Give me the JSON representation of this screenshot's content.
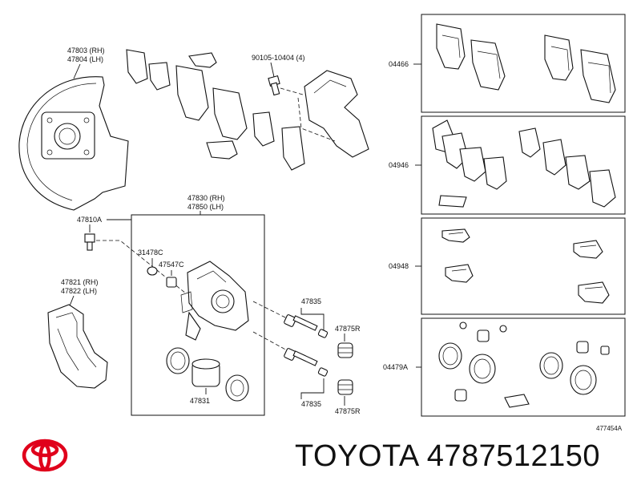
{
  "labels": {
    "backing_plate_rh": "47803 (RH)",
    "backing_plate_lh": "47804 (LH)",
    "bolt": "90105-10404 (4)",
    "pad_kit": "04466",
    "shim_kit": "04946",
    "clip_kit": "04948",
    "cylinder_kit": "04479A",
    "caliper_rh": "47830 (RH)",
    "caliper_lh": "47850 (LH)",
    "bleeder": "47810A",
    "cap_1": "31478C",
    "cap_2": "47547C",
    "mounting_rh": "47821 (RH)",
    "mounting_lh": "47822 (LH)",
    "slide_pin_top": "47835",
    "slide_pin_bottom": "47835",
    "boot_top": "47875R",
    "boot_bottom": "47875R",
    "piston": "47831",
    "diagram_code": "477454A"
  },
  "brand": {
    "name": "TOYOTA",
    "part_number": "4787512150",
    "logo_color": "#e0001b"
  }
}
